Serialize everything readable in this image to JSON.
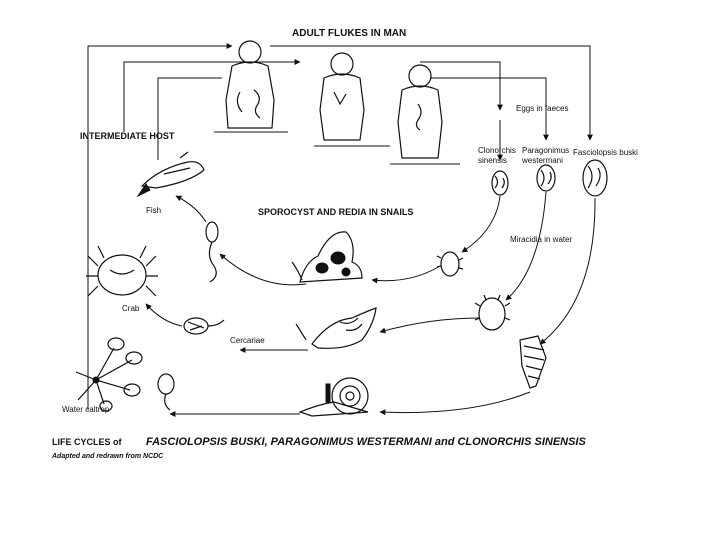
{
  "title": "ADULT FLUKES IN MAN",
  "labels": {
    "intermediate_host": "INTERMEDIATE HOST",
    "eggs_in_faeces": "Eggs in faeces",
    "clonorchis": [
      "Clonorchis",
      "sinensis"
    ],
    "paragonimus": [
      "Paragonimus",
      "westermani"
    ],
    "fasciolopsis": "Fasciolopsis buski",
    "fish": "Fish",
    "sporocyst": "SPOROCYST AND REDIA IN SNAILS",
    "miracidia": "Miracidia in water",
    "crab": "Crab",
    "cercariae": "Cercariae",
    "water_caltrop": "Water caltrop"
  },
  "footer": {
    "prefix": "LIFE CYCLES of",
    "species": "FASCIOLOPSIS BUSKI, PARAGONIMUS WESTERMANI and CLONORCHIS SINENSIS",
    "credit": "Adapted and redrawn from NCDC"
  }
}
